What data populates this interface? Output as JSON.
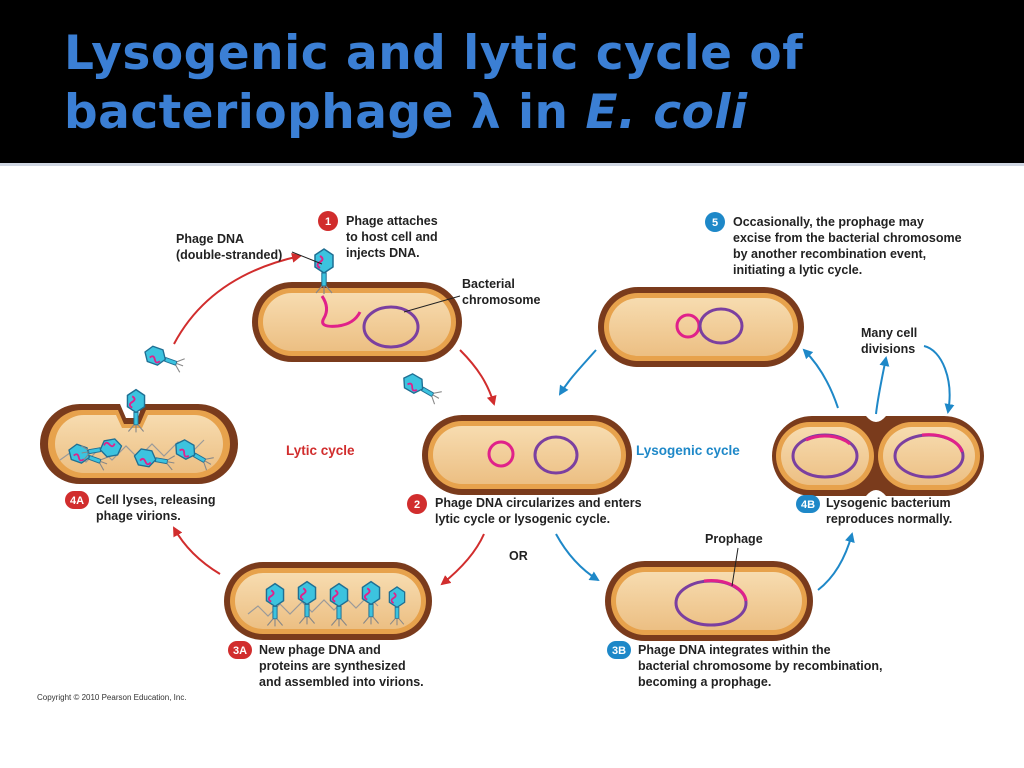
{
  "title": {
    "line1": "Lysogenic and lytic cycle of",
    "line2_prefix": "bacteriophage λ in ",
    "line2_italic": "E. coli"
  },
  "steps": {
    "s1": {
      "badge": "1",
      "lines": [
        "Phage attaches",
        "to host cell and",
        "injects DNA."
      ]
    },
    "s2": {
      "badge": "2",
      "lines": [
        "Phage DNA circularizes and enters",
        "lytic cycle or lysogenic cycle."
      ]
    },
    "s3a": {
      "badge": "3A",
      "lines": [
        "New phage DNA and",
        "proteins are synthesized",
        "and assembled into virions."
      ]
    },
    "s4a": {
      "badge": "4A",
      "lines": [
        "Cell lyses, releasing",
        "phage virions."
      ]
    },
    "s3b": {
      "badge": "3B",
      "lines": [
        "Phage DNA integrates within the",
        "bacterial chromosome by recombination,",
        "becoming a prophage."
      ]
    },
    "s4b": {
      "badge": "4B",
      "lines": [
        "Lysogenic bacterium",
        "reproduces normally."
      ]
    },
    "s5": {
      "badge": "5",
      "lines": [
        "Occasionally, the prophage may",
        "excise from the bacterial chromosome",
        "by another recombination event,",
        "initiating a lytic cycle."
      ]
    }
  },
  "labels": {
    "phage_dna": [
      "Phage DNA",
      "(double-stranded)"
    ],
    "bacterial_chromosome": [
      "Bacterial",
      "chromosome"
    ],
    "many_divisions": [
      "Many cell",
      "divisions"
    ],
    "prophage": "Prophage",
    "lytic_cycle": "Lytic cycle",
    "lysogenic_cycle": "Lysogenic cycle",
    "or": "OR",
    "copyright": "Copyright © 2010 Pearson Education, Inc."
  },
  "colors": {
    "title": "#3b7fd4",
    "lytic": "#d12d2d",
    "lysogenic": "#1e88c8",
    "cell_fill": "#f3cf9c",
    "cell_wall": "#7a3b1c",
    "chromosome": "#7b3fa0",
    "phage_dna": "#e0218a"
  }
}
